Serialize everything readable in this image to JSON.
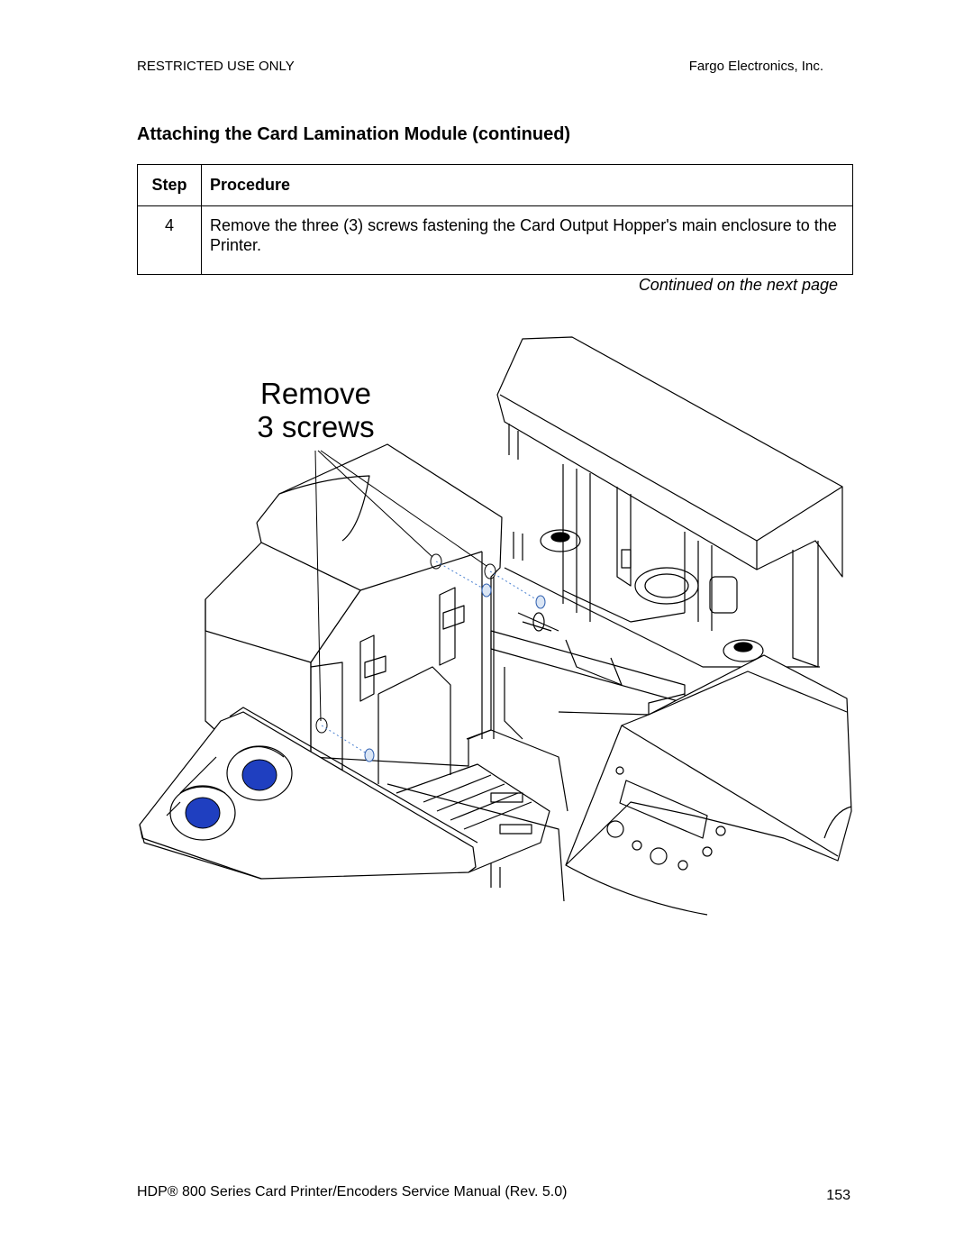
{
  "header": {
    "left": "RESTRICTED USE ONLY",
    "right": "Fargo Electronics, Inc."
  },
  "section_title": "Attaching the Card Lamination Module (continued)",
  "table": {
    "headers": {
      "step": "Step",
      "procedure": "Procedure"
    },
    "rows": [
      {
        "step": "4",
        "text": "Remove the three (3) screws fastening the Card Output Hopper's main enclosure to the Printer."
      }
    ]
  },
  "continued_note": "Continued on the next page",
  "figure": {
    "callout_line1": "Remove",
    "callout_line2": "3 screws",
    "accent_color": "#1f3fc0"
  },
  "footer": {
    "text": "HDP® 800 Series Card Printer/Encoders Service Manual (Rev. 5.0)",
    "page": "153"
  }
}
